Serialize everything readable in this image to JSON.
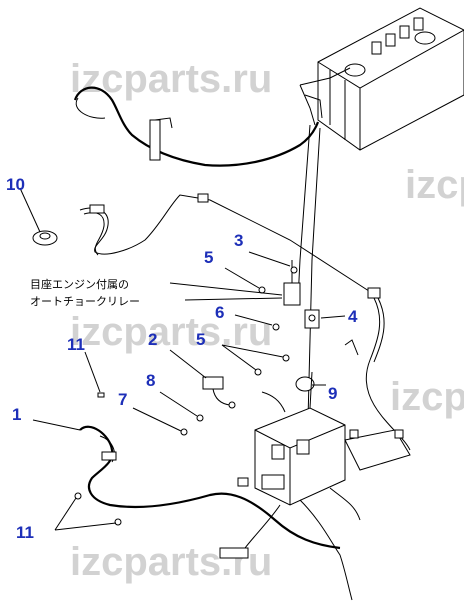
{
  "watermark": "izcparts.ru",
  "note": {
    "line1": "目座エンジン付属の",
    "line2": "オートチョークリレー"
  },
  "callouts": [
    {
      "id": "c10",
      "label": "10"
    },
    {
      "id": "c3",
      "label": "3"
    },
    {
      "id": "c5a",
      "label": "5"
    },
    {
      "id": "c6",
      "label": "6"
    },
    {
      "id": "c4",
      "label": "4"
    },
    {
      "id": "c11a",
      "label": "11"
    },
    {
      "id": "c2",
      "label": "2"
    },
    {
      "id": "c5b",
      "label": "5"
    },
    {
      "id": "c8",
      "label": "8"
    },
    {
      "id": "c7",
      "label": "7"
    },
    {
      "id": "c9",
      "label": "9"
    },
    {
      "id": "c1",
      "label": "1"
    },
    {
      "id": "c11b",
      "label": "11"
    }
  ]
}
